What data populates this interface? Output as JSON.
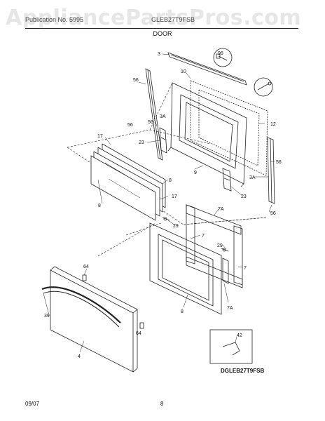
{
  "watermark": "AppliancePartsPros.com",
  "header": {
    "left": "Publication No. 5995",
    "middle": "GLEB27T9FSB",
    "section": "DOOR"
  },
  "callouts": {
    "c3": "3",
    "c56a": "56",
    "c10": "10",
    "c96": "96",
    "c56b": "56",
    "c3a_l": "3A",
    "c56c": "56",
    "c17a": "17",
    "c12": "12",
    "c23a": "23",
    "c8a": "8",
    "c17b": "17",
    "c9": "9",
    "c3a_r": "3A",
    "c56d": "56",
    "c23b": "23",
    "c8b": "8",
    "c56e": "56",
    "c7a_top": "7A",
    "c29a": "29",
    "c7a": "7",
    "c29b": "29",
    "c7b": "7",
    "c64a": "64",
    "c39": "39",
    "c8c": "8",
    "c7a_bot": "7A",
    "c64b": "64",
    "c4": "4",
    "c42": "42"
  },
  "footer": {
    "model_code": "DGLEB27T9FSB",
    "date": "09/07",
    "page": "8"
  }
}
